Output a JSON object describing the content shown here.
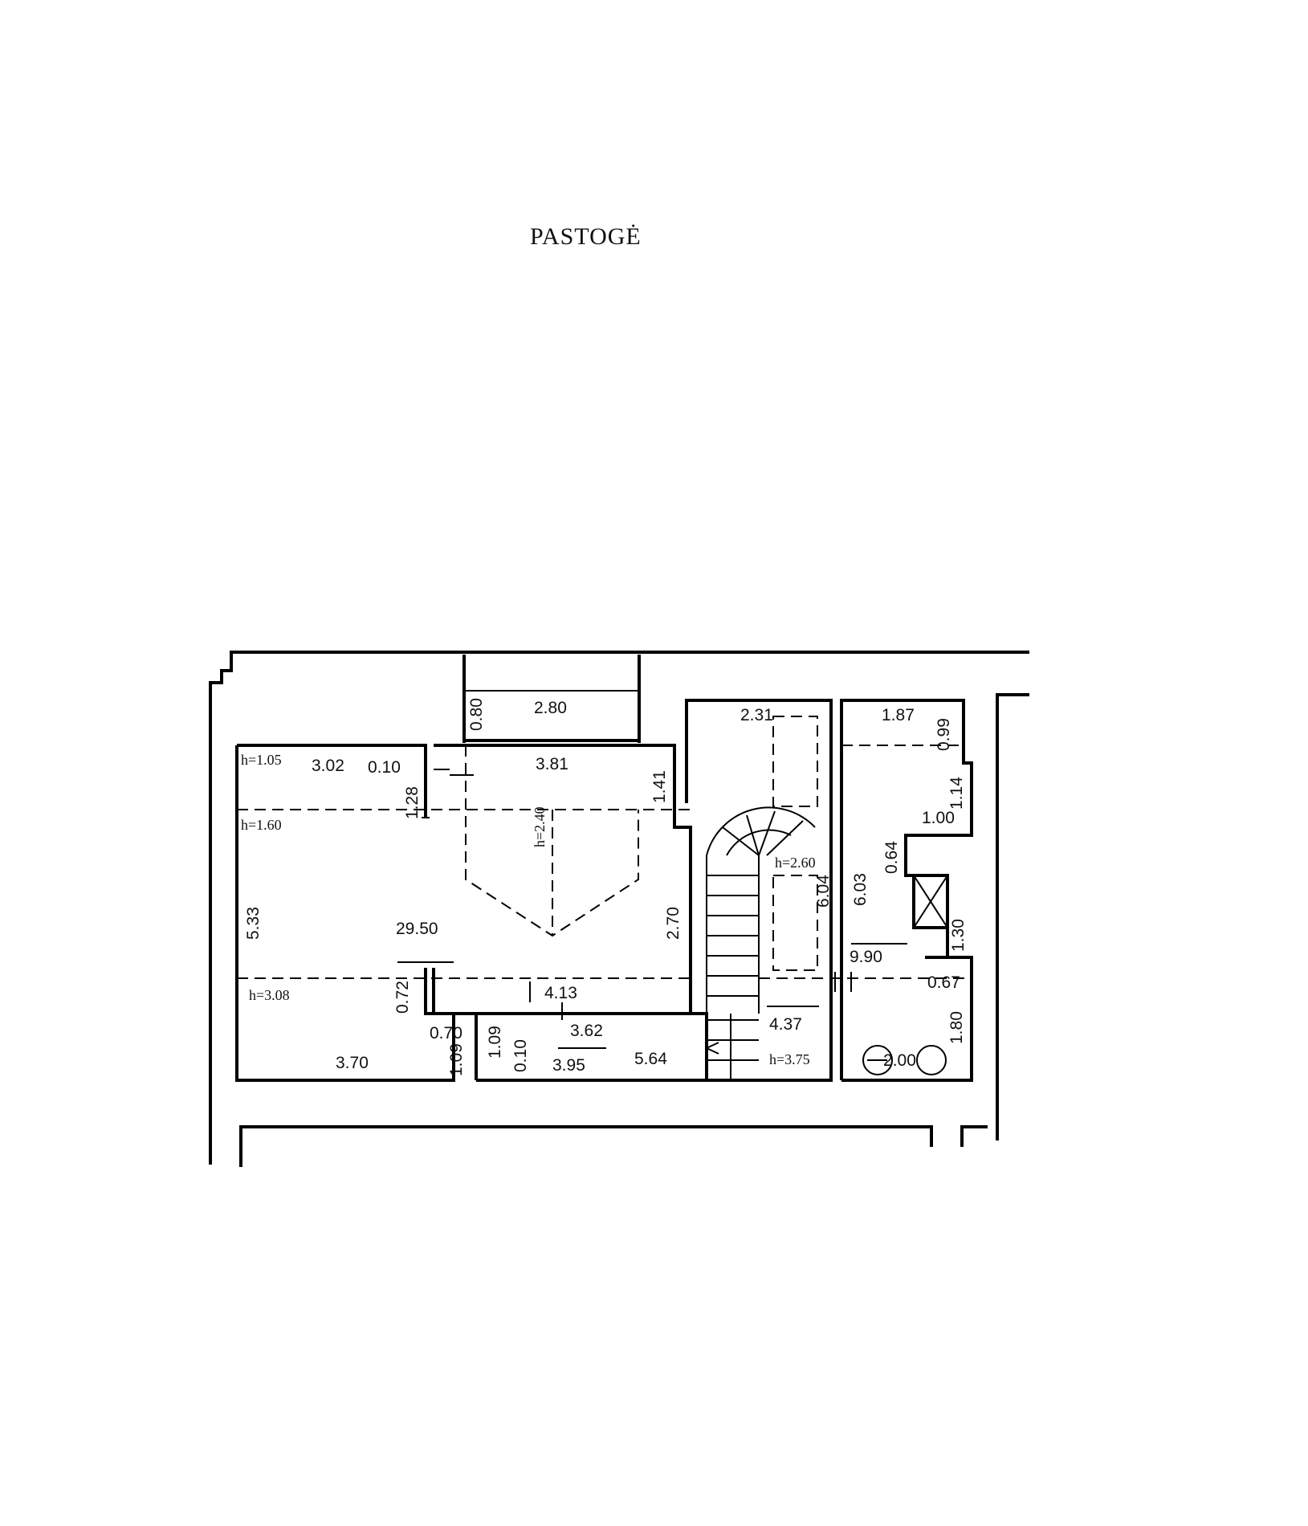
{
  "title": "PASTOGĖ",
  "labels": {
    "h105": "h=1.05",
    "d302": "3.02",
    "d010a": "0.10",
    "d128": "1.28",
    "h160": "h=1.60",
    "d533": "5.33",
    "a2950": "29.50",
    "h308": "h=3.08",
    "d072": "0.72",
    "d070": "0.70",
    "d109a": "1.09",
    "d370": "3.70",
    "d080": "0.80",
    "d280": "2.80",
    "d381": "3.81",
    "h240": "h=2.40",
    "d141": "1.41",
    "d270": "2.70",
    "d413": "4.13",
    "d109b": "1.09",
    "d010b": "0.10",
    "d362": "3.62",
    "d395": "3.95",
    "a564": "5.64",
    "d231": "2.31",
    "h260": "h=2.60",
    "d604": "6.04",
    "d603": "6.03",
    "a437": "4.37",
    "h375": "h=3.75",
    "d187": "1.87",
    "d099": "0.99",
    "d114": "1.14",
    "d100": "1.00",
    "d064": "0.64",
    "d130": "1.30",
    "a990": "9.90",
    "d067": "0.67",
    "d180": "1.80",
    "a200": "2.00"
  }
}
